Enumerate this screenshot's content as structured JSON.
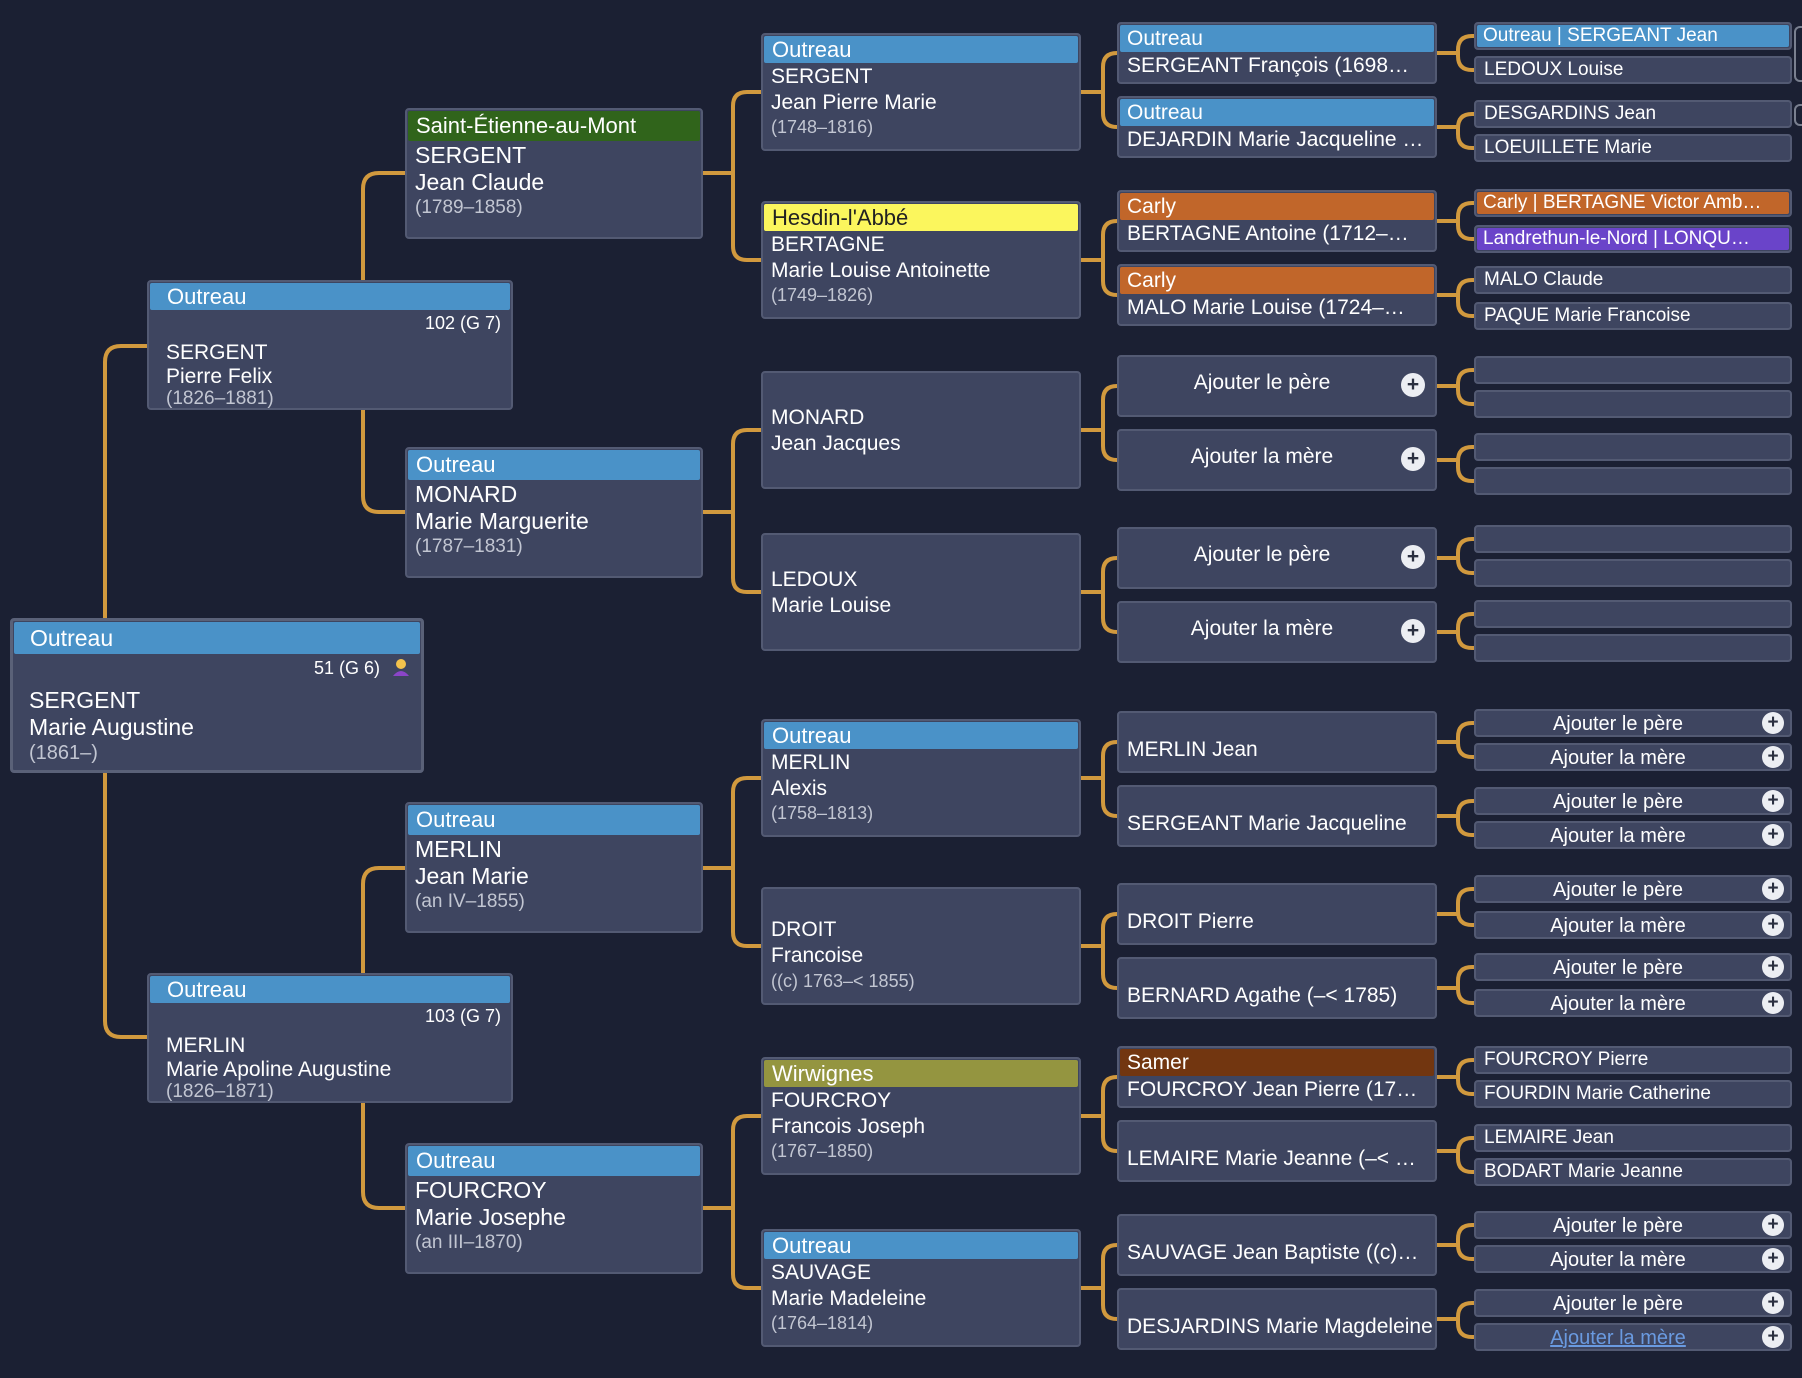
{
  "colors": {
    "background": "#1b2033",
    "card": "#3e4560",
    "connector": "#d1993e",
    "place_outreau": "#4a92c8",
    "place_saint_etienne": "#30641b",
    "place_hesdin": "#fbf65d",
    "place_carly": "#c1662a",
    "place_landrethun": "#6a44c9",
    "place_wirwignes": "#949540",
    "place_samer": "#723610"
  },
  "root": {
    "place": "Outreau",
    "number": "51 (G 6)",
    "icon": "person-icon",
    "surname": "SERGENT",
    "given": "Marie Augustine",
    "dates": "(1861–)"
  },
  "gen1": [
    {
      "place": "Outreau",
      "number": "102 (G 7)",
      "surname": "SERGENT",
      "given": "Pierre Felix",
      "dates": "(1826–1881)"
    },
    {
      "place": "Outreau",
      "number": "103 (G 7)",
      "surname": "MERLIN",
      "given": "Marie Apoline Augustine",
      "dates": "(1826–1871)"
    }
  ],
  "gen2": [
    {
      "place": "Saint-Étienne-au-Mont",
      "surname": "SERGENT",
      "given": "Jean Claude",
      "dates": "(1789–1858)"
    },
    {
      "place": "Outreau",
      "surname": "MONARD",
      "given": "Marie Marguerite",
      "dates": "(1787–1831)"
    },
    {
      "place": "Outreau",
      "surname": "MERLIN",
      "given": "Jean Marie",
      "dates": "(an IV–1855)"
    },
    {
      "place": "Outreau",
      "surname": "FOURCROY",
      "given": "Marie Josephe",
      "dates": "(an III–1870)"
    }
  ],
  "gen3": [
    {
      "place": "Outreau",
      "surname": "SERGENT",
      "given": "Jean Pierre Marie",
      "dates": "(1748–1816)"
    },
    {
      "place": "Hesdin-l'Abbé",
      "surname": "BERTAGNE",
      "given": "Marie Louise Antoinette",
      "dates": "(1749–1826)"
    },
    {
      "place": "",
      "surname": "MONARD",
      "given": "Jean Jacques",
      "dates": ""
    },
    {
      "place": "",
      "surname": "LEDOUX",
      "given": "Marie Louise",
      "dates": ""
    },
    {
      "place": "Outreau",
      "surname": "MERLIN",
      "given": "Alexis",
      "dates": "(1758–1813)"
    },
    {
      "place": "",
      "surname": "DROIT",
      "given": "Francoise",
      "dates": "((c) 1763–< 1855)"
    },
    {
      "place": "Wirwignes",
      "surname": "FOURCROY",
      "given": "Francois Joseph",
      "dates": "(1767–1850)"
    },
    {
      "place": "Outreau",
      "surname": "SAUVAGE",
      "given": "Marie Madeleine",
      "dates": "(1764–1814)"
    }
  ],
  "gen4": [
    {
      "place": "Outreau",
      "name": "SERGEANT François (1698…"
    },
    {
      "place": "Outreau",
      "name": "DEJARDIN Marie Jacqueline …"
    },
    {
      "place": "Carly",
      "name": "BERTAGNE Antoine (1712–…"
    },
    {
      "place": "Carly",
      "name": "MALO Marie Louise (1724–…"
    },
    {
      "add": "Ajouter le père"
    },
    {
      "add": "Ajouter la mère"
    },
    {
      "add": "Ajouter le père"
    },
    {
      "add": "Ajouter la mère"
    },
    {
      "place": "",
      "name": "MERLIN Jean"
    },
    {
      "place": "",
      "name": "SERGEANT Marie Jacqueline"
    },
    {
      "place": "",
      "name": "DROIT Pierre"
    },
    {
      "place": "",
      "name": "BERNARD Agathe (–< 1785)"
    },
    {
      "place": "Samer",
      "name": "FOURCROY Jean Pierre (17…"
    },
    {
      "place": "",
      "name": "LEMAIRE Marie Jeanne (–< …"
    },
    {
      "place": "",
      "name": "SAUVAGE Jean Baptiste ((c)…"
    },
    {
      "place": "",
      "name": "DESJARDINS Marie Magdeleine"
    }
  ],
  "gen5": [
    {
      "text": "Outreau | SERGEANT Jean",
      "place_color": "place_outreau"
    },
    {
      "text": "LEDOUX Louise"
    },
    {
      "text": "DESGARDINS Jean"
    },
    {
      "text": "LOEUILLETE Marie"
    },
    {
      "text": "Carly | BERTAGNE Victor Amb…",
      "place_color": "place_carly"
    },
    {
      "text": "Landrethun-le-Nord | LONQU…",
      "place_color": "place_landrethun"
    },
    {
      "text": "MALO Claude"
    },
    {
      "text": "PAQUE Marie Francoise"
    },
    {
      "text": ""
    },
    {
      "text": ""
    },
    {
      "text": ""
    },
    {
      "text": ""
    },
    {
      "text": ""
    },
    {
      "text": ""
    },
    {
      "text": ""
    },
    {
      "text": ""
    },
    {
      "add": "Ajouter le père"
    },
    {
      "add": "Ajouter la mère"
    },
    {
      "add": "Ajouter le père"
    },
    {
      "add": "Ajouter la mère"
    },
    {
      "add": "Ajouter le père"
    },
    {
      "add": "Ajouter la mère"
    },
    {
      "add": "Ajouter le père"
    },
    {
      "add": "Ajouter la mère"
    },
    {
      "text": "FOURCROY Pierre"
    },
    {
      "text": "FOURDIN Marie Catherine"
    },
    {
      "text": "LEMAIRE Jean"
    },
    {
      "text": "BODART Marie Jeanne"
    },
    {
      "add": "Ajouter le père"
    },
    {
      "add": "Ajouter la mère"
    },
    {
      "add": "Ajouter le père"
    },
    {
      "add": "Ajouter la mère",
      "hover": true
    }
  ]
}
